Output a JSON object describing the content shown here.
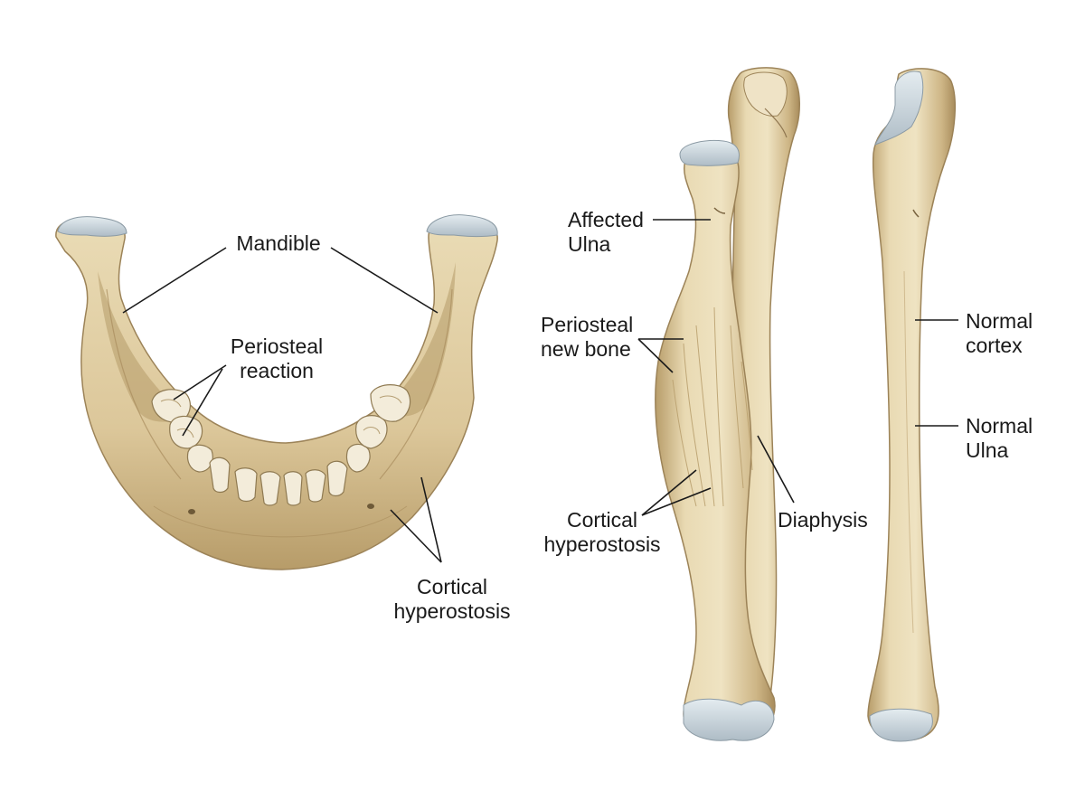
{
  "colors": {
    "bone": "#e6d6ae",
    "bone_shadow": "#c2ab7a",
    "bone_dark": "#9c8358",
    "cartilage": "#c9d6de",
    "tooth": "#f2ebd8",
    "leader": "#1a1a1a"
  },
  "labels": {
    "mandible": [
      "Mandible"
    ],
    "periosteal_reaction": [
      "Periosteal",
      "reaction"
    ],
    "cortical_hyperostosis_left": [
      "Cortical",
      "hyperostosis"
    ],
    "affected_ulna": [
      "Affected",
      "Ulna"
    ],
    "periosteal_new_bone": [
      "Periosteal",
      "new bone"
    ],
    "cortical_hyperostosis_right": [
      "Cortical",
      "hyperostosis"
    ],
    "diaphysis": [
      "Diaphysis"
    ],
    "normal_cortex": [
      "Normal",
      "cortex"
    ],
    "normal_ulna": [
      "Normal",
      "Ulna"
    ]
  }
}
